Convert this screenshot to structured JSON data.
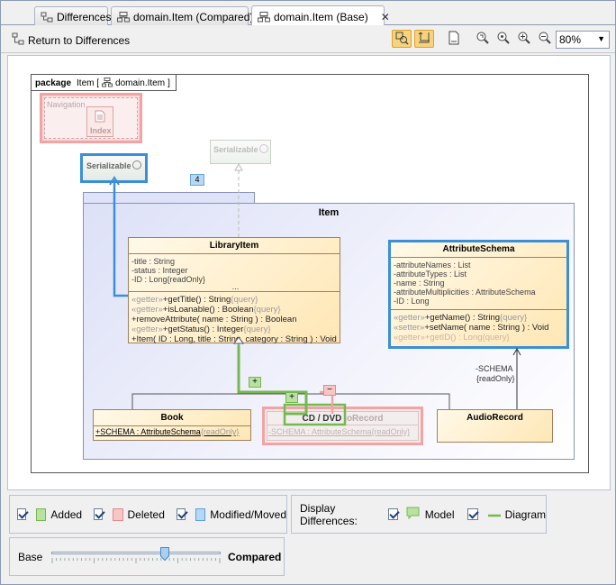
{
  "tabs": [
    {
      "label": "Differences",
      "icon": "differences-icon"
    },
    {
      "label": "domain.Item (Compared)",
      "icon": "diagram-icon"
    },
    {
      "label": "domain.Item (Base)",
      "icon": "diagram-icon",
      "active": true,
      "close": "✕"
    }
  ],
  "toolbar": {
    "return_label": "Return to Differences",
    "zoom": "80%"
  },
  "diagram": {
    "package_keyword": "package",
    "package_name": "Item [",
    "package_path": "domain.Item",
    "navigation_label": "Navigation",
    "index_label": "Index",
    "serializable_left": "Serializable",
    "serializable_right": "Serializable",
    "badge_count": "4",
    "item_package": "Item",
    "library_item": {
      "name": "LibraryItem",
      "attrs": [
        "-title : String",
        "-status : Integer",
        "-ID : Long{readOnly}"
      ],
      "ellipsis": "...",
      "ops": [
        {
          "stereo": "«getter»",
          "text": "+getTitle() : String",
          "tail": "{query}"
        },
        {
          "stereo": "«getter»",
          "text": "+isLoanable() : Boolean",
          "tail": "{query}"
        },
        {
          "stereo": "",
          "text": "+removeAttribute( name : String ) : Boolean",
          "tail": ""
        },
        {
          "stereo": "«getter»",
          "text": "+getStatus() : Integer",
          "tail": "{query}"
        },
        {
          "stereo": "",
          "text": "+Item( ID : Long, title : String, category : String ) : Void",
          "tail": ""
        }
      ]
    },
    "attribute_schema": {
      "name": "AttributeSchema",
      "attrs": [
        "-attributeNames : List",
        "-attributeTypes : List",
        "-name : String",
        "-attributeMultiplicities : AttributeSchema",
        "-ID : Long"
      ],
      "ops": [
        {
          "stereo": "«getter»",
          "text": "+getName() : String",
          "tail": "{query}"
        },
        {
          "stereo": "«setter»",
          "text": "+setName( name : String ) : Void",
          "tail": ""
        },
        {
          "stereo": "«getter»",
          "text": "+getID() : Long",
          "tail": "{query}"
        }
      ]
    },
    "book": {
      "name": "Book",
      "attr": "+SCHEMA : AttributeSchema",
      "attr_tail": "{readOnly}"
    },
    "cd_dvd": {
      "name": "CD / DVD",
      "overlay": "ioRecord",
      "attr": "-SCHEMA : AttributeSchema",
      "attr_tail": "{readOnly}"
    },
    "audio_record": {
      "name": "AudioRecord"
    },
    "schema_label": "-SCHEMA",
    "readonly_label": "{readOnly}",
    "plus_marker": "+",
    "minus_marker": "−"
  },
  "legend": {
    "added": "Added",
    "deleted": "Deleted",
    "modified": "Modified/Moved",
    "added_color": "#b9e2a2",
    "deleted_color": "#f9c6c6",
    "modified_color": "#b6d8f5"
  },
  "display_differences": {
    "label": "Display Differences:",
    "model": "Model",
    "diagram": "Diagram"
  },
  "slider": {
    "base": "Base",
    "compared": "Compared",
    "position": 0.66
  }
}
